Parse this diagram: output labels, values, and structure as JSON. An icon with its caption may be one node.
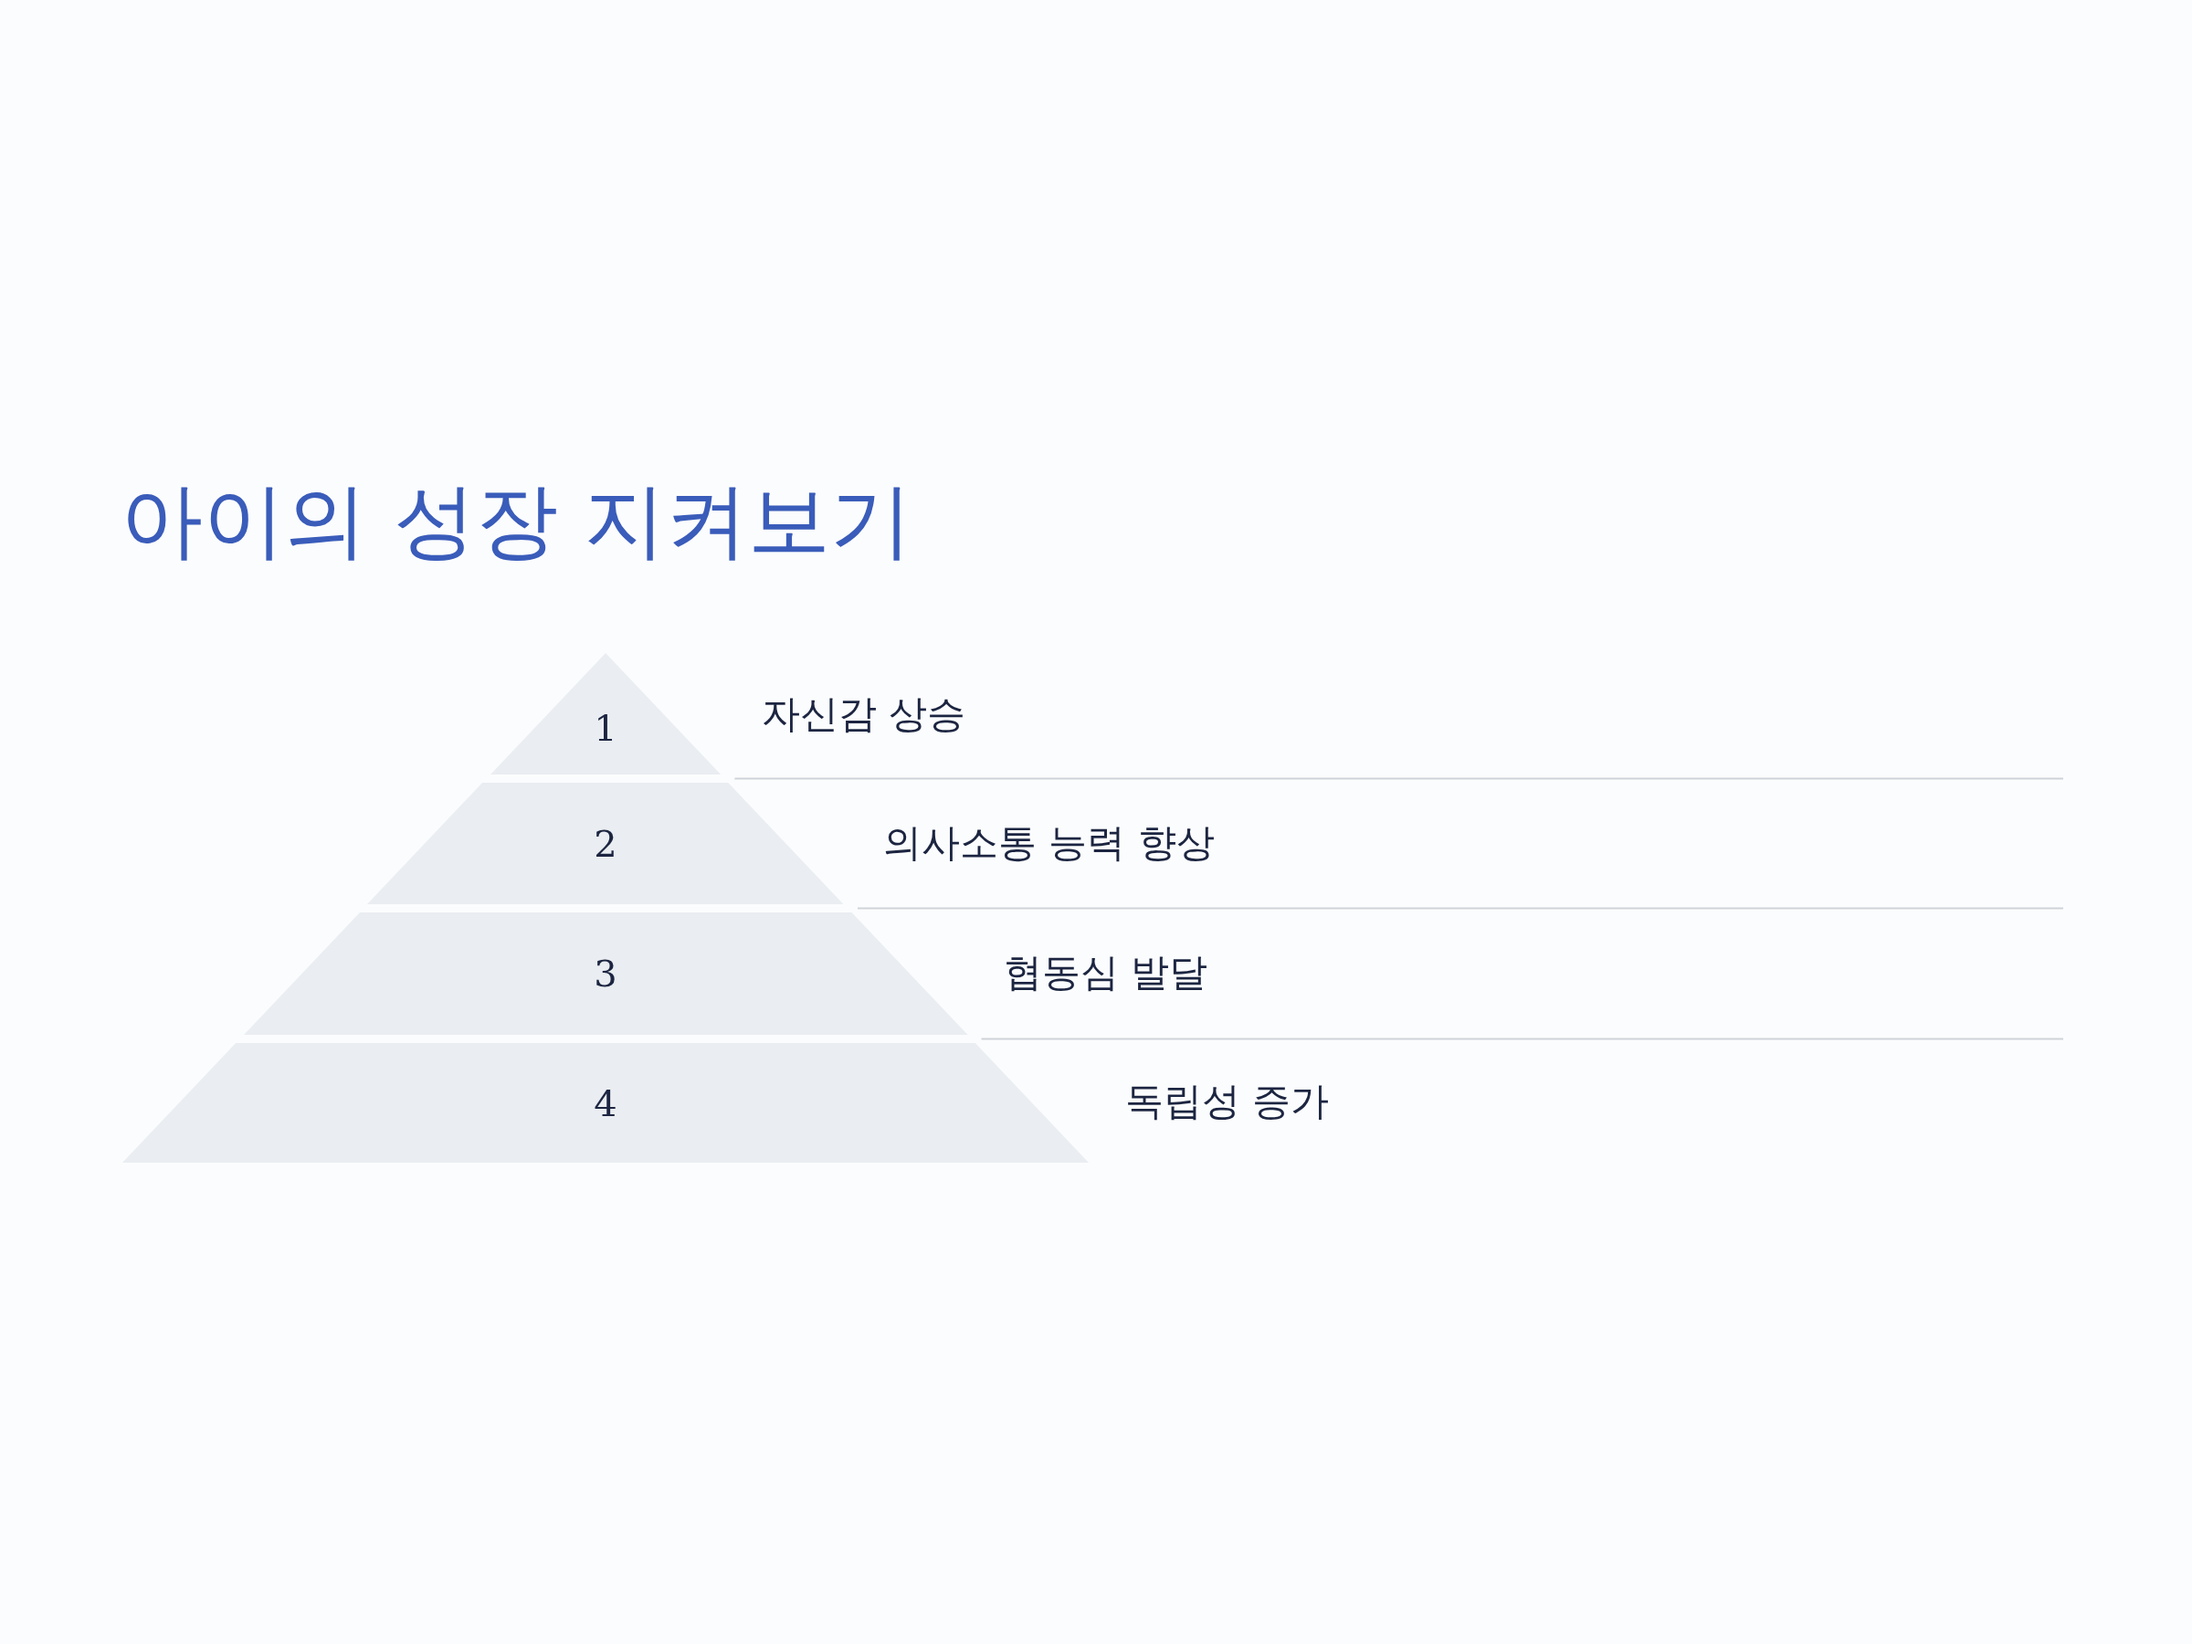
{
  "diagram": {
    "title": "아이의 성장 지켜보기",
    "nodes": [
      {
        "text": [
          "1"
        ],
        "beside": [
          "자신감 상승"
        ]
      },
      {
        "text": [
          "2"
        ],
        "beside": [
          "의사소통 능력 향상"
        ]
      },
      {
        "text": [
          "3"
        ],
        "beside": [
          "협동심 발달"
        ]
      },
      {
        "text": [
          "4"
        ],
        "beside": [
          "독립성 증가"
        ]
      }
    ]
  }
}
